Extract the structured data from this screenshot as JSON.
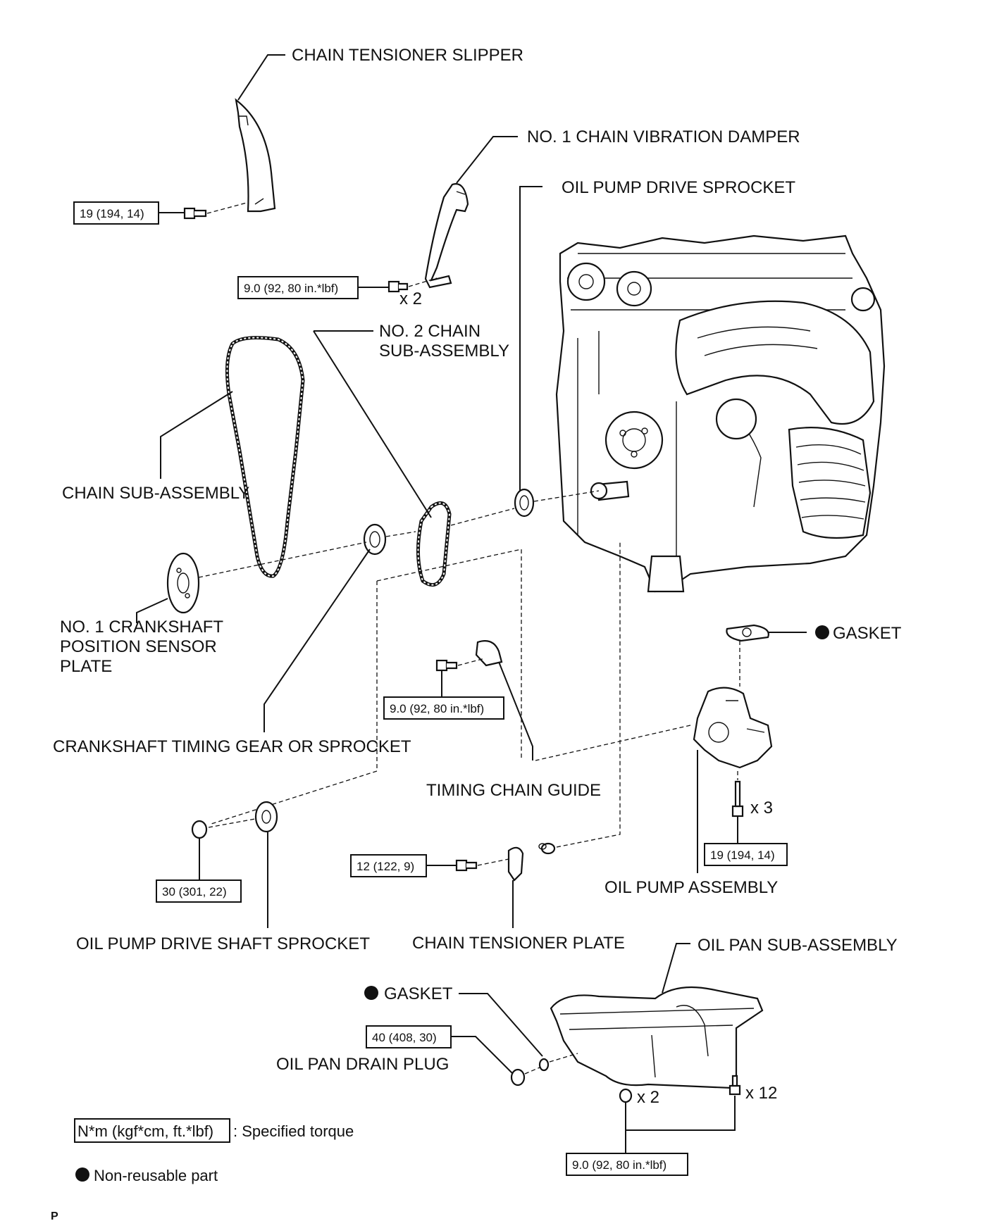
{
  "labels": {
    "chain_tensioner_slipper": "CHAIN TENSIONER SLIPPER",
    "no1_chain_vibration_damper": "NO. 1 CHAIN VIBRATION DAMPER",
    "oil_pump_drive_sprocket": "OIL PUMP DRIVE SPROCKET",
    "no2_chain_line1": "NO. 2 CHAIN",
    "no2_chain_line2": "SUB-ASSEMBLY",
    "chain_sub_assembly": "CHAIN SUB-ASSEMBLY",
    "crank_sensor_line1": "NO. 1 CRANKSHAFT",
    "crank_sensor_line2": "POSITION SENSOR",
    "crank_sensor_line3": "PLATE",
    "crankshaft_timing_gear": "CRANKSHAFT TIMING GEAR OR SPROCKET",
    "timing_chain_guide": "TIMING CHAIN GUIDE",
    "gasket_pump": "GASKET",
    "oil_pump_assembly": "OIL PUMP ASSEMBLY",
    "oil_pump_drive_shaft_sprocket": "OIL PUMP DRIVE SHAFT SPROCKET",
    "chain_tensioner_plate": "CHAIN TENSIONER PLATE",
    "oil_pan_sub_assembly": "OIL PAN SUB-ASSEMBLY",
    "gasket_drain": "GASKET",
    "oil_pan_drain_plug": "OIL PAN DRAIN PLUG",
    "footer_mark": "P"
  },
  "torques": {
    "slipper_bolt": "19 (194, 14)",
    "damper_bolt": "9.0 (92, 80 in.*lbf)",
    "guide_bolt": "9.0 (92, 80 in.*lbf)",
    "pump_bolt": "19 (194, 14)",
    "sprocket_nut": "30 (301, 22)",
    "tensioner_plate_bolt": "12 (122, 9)",
    "drain_plug": "40 (408, 30)",
    "oil_pan_bolts": "9.0 (92, 80 in.*lbf)"
  },
  "quantities": {
    "damper_bolts": "x 2",
    "pump_bolts": "x 3",
    "pan_nuts": "x 2",
    "pan_bolts": "x 12"
  },
  "legend": {
    "torque_unit_box": "N*m (kgf*cm, ft.*lbf)",
    "torque_desc": ": Specified torque",
    "non_reusable": "Non-reusable part"
  }
}
